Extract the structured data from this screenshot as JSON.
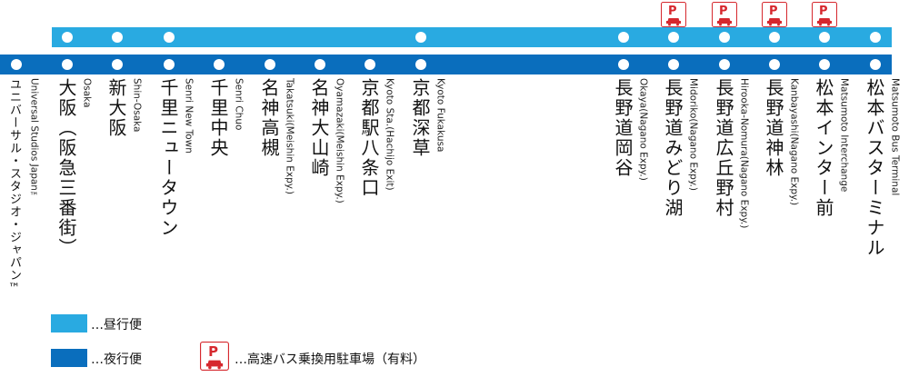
{
  "colors": {
    "day": "#29aae1",
    "night": "#0a6ebd",
    "parking": "#d6282e"
  },
  "stops": [
    {
      "jp": "ユニバーサル・スタジオ・ジャパン™",
      "en": "Universal Studios Japan™",
      "day": false,
      "night": true,
      "parking": false
    },
    {
      "jp": "大阪（阪急三番街）",
      "en": "Osaka",
      "day": true,
      "night": true,
      "parking": false
    },
    {
      "jp": "新大阪",
      "en": "Shin-Osaka",
      "day": true,
      "night": true,
      "parking": false
    },
    {
      "jp": "千里ニュータウン",
      "en": "Senri New Town",
      "day": true,
      "night": true,
      "parking": false
    },
    {
      "jp": "千里中央",
      "en": "Senri Chuo",
      "day": false,
      "night": true,
      "parking": false
    },
    {
      "jp": "名神高槻",
      "en": "Takatsuki(Meishin Expy.)",
      "day": false,
      "night": true,
      "parking": false
    },
    {
      "jp": "名神大山崎",
      "en": "Oyamazaki(Meishin Expy.)",
      "day": false,
      "night": true,
      "parking": false
    },
    {
      "jp": "京都駅八条口",
      "en": "Kyoto Sta.(Hachijo Exit)",
      "day": false,
      "night": true,
      "parking": false
    },
    {
      "jp": "京都深草",
      "en": "Kyoto Fukakusa",
      "day": true,
      "night": true,
      "parking": false
    },
    {
      "jp": "長野道岡谷",
      "en": "Okaya(Nagano Expy.)",
      "day": true,
      "night": true,
      "parking": false
    },
    {
      "jp": "長野道みどり湖",
      "en": "Midoriko(Nagano Expy.)",
      "day": true,
      "night": true,
      "parking": true
    },
    {
      "jp": "長野道広丘野村",
      "en": "Hirooka-Nomura(Nagano Expy.)",
      "day": true,
      "night": true,
      "parking": true
    },
    {
      "jp": "長野道神林",
      "en": "Kanbayashi(Nagano Expy.)",
      "day": true,
      "night": true,
      "parking": true
    },
    {
      "jp": "松本インター前",
      "en": "Matsumoto Interchange",
      "day": true,
      "night": true,
      "parking": true
    },
    {
      "jp": "松本バスターミナル",
      "en": "Matsumoto Bus Terminal",
      "day": true,
      "night": true,
      "parking": false
    }
  ],
  "legend": {
    "day_label": "…昼行便",
    "night_label": "…夜行便",
    "parking_label": "…高速バス乗換用駐車場（有料）"
  }
}
